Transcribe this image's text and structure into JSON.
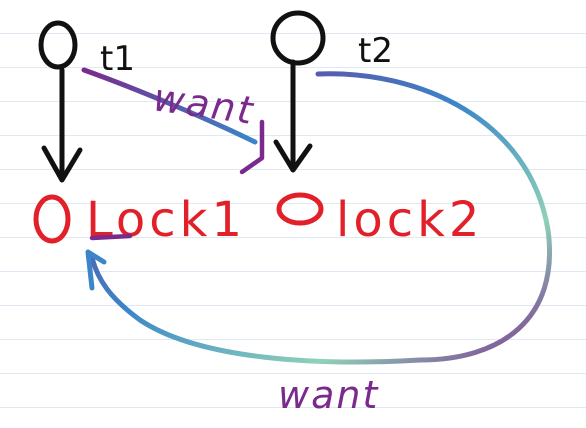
{
  "threads": [
    {
      "id": "t1",
      "label": "t1"
    },
    {
      "id": "t2",
      "label": "t2"
    }
  ],
  "locks": [
    {
      "id": "lock1",
      "label": "Lock1"
    },
    {
      "id": "lock2",
      "label": "lock2"
    }
  ],
  "edges": [
    {
      "from": "t1",
      "to": "lock1",
      "type": "holds",
      "label": ""
    },
    {
      "from": "t2",
      "to": "lock2",
      "type": "holds",
      "label": ""
    },
    {
      "from": "t1",
      "to": "lock2",
      "type": "wants",
      "label": "want"
    },
    {
      "from": "t2",
      "to": "lock1",
      "type": "wants",
      "label": "want"
    }
  ],
  "colors": {
    "thread_ink": "#111111",
    "lock_ink": "#e2202a",
    "want_ink": "#7a2a8c",
    "want_gradient": [
      "#7a2a8c",
      "#3a86c9",
      "#8fd1b8"
    ],
    "ruled_line": "#dfe9f3"
  }
}
